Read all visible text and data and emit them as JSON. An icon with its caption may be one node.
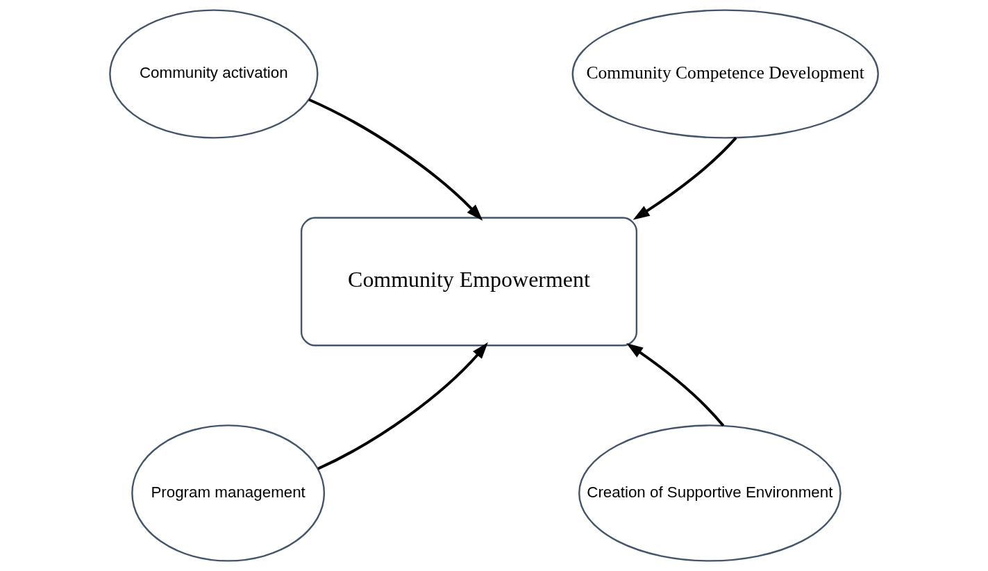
{
  "diagram": {
    "nodes": [
      {
        "text": [
          "Community activation"
        ]
      },
      {
        "text": [
          "Community Competence Development"
        ]
      },
      {
        "text": [
          "Community Empowerment"
        ]
      },
      {
        "text": [
          "Program management"
        ]
      },
      {
        "text": [
          "Creation of Supportive Environment"
        ]
      }
    ],
    "edges": [
      {
        "from": 0,
        "to": 2,
        "arrow": "to"
      },
      {
        "from": 1,
        "to": 2,
        "arrow": "to"
      },
      {
        "from": 3,
        "to": 2,
        "arrow": "to"
      },
      {
        "from": 4,
        "to": 2,
        "arrow": "to"
      }
    ]
  }
}
